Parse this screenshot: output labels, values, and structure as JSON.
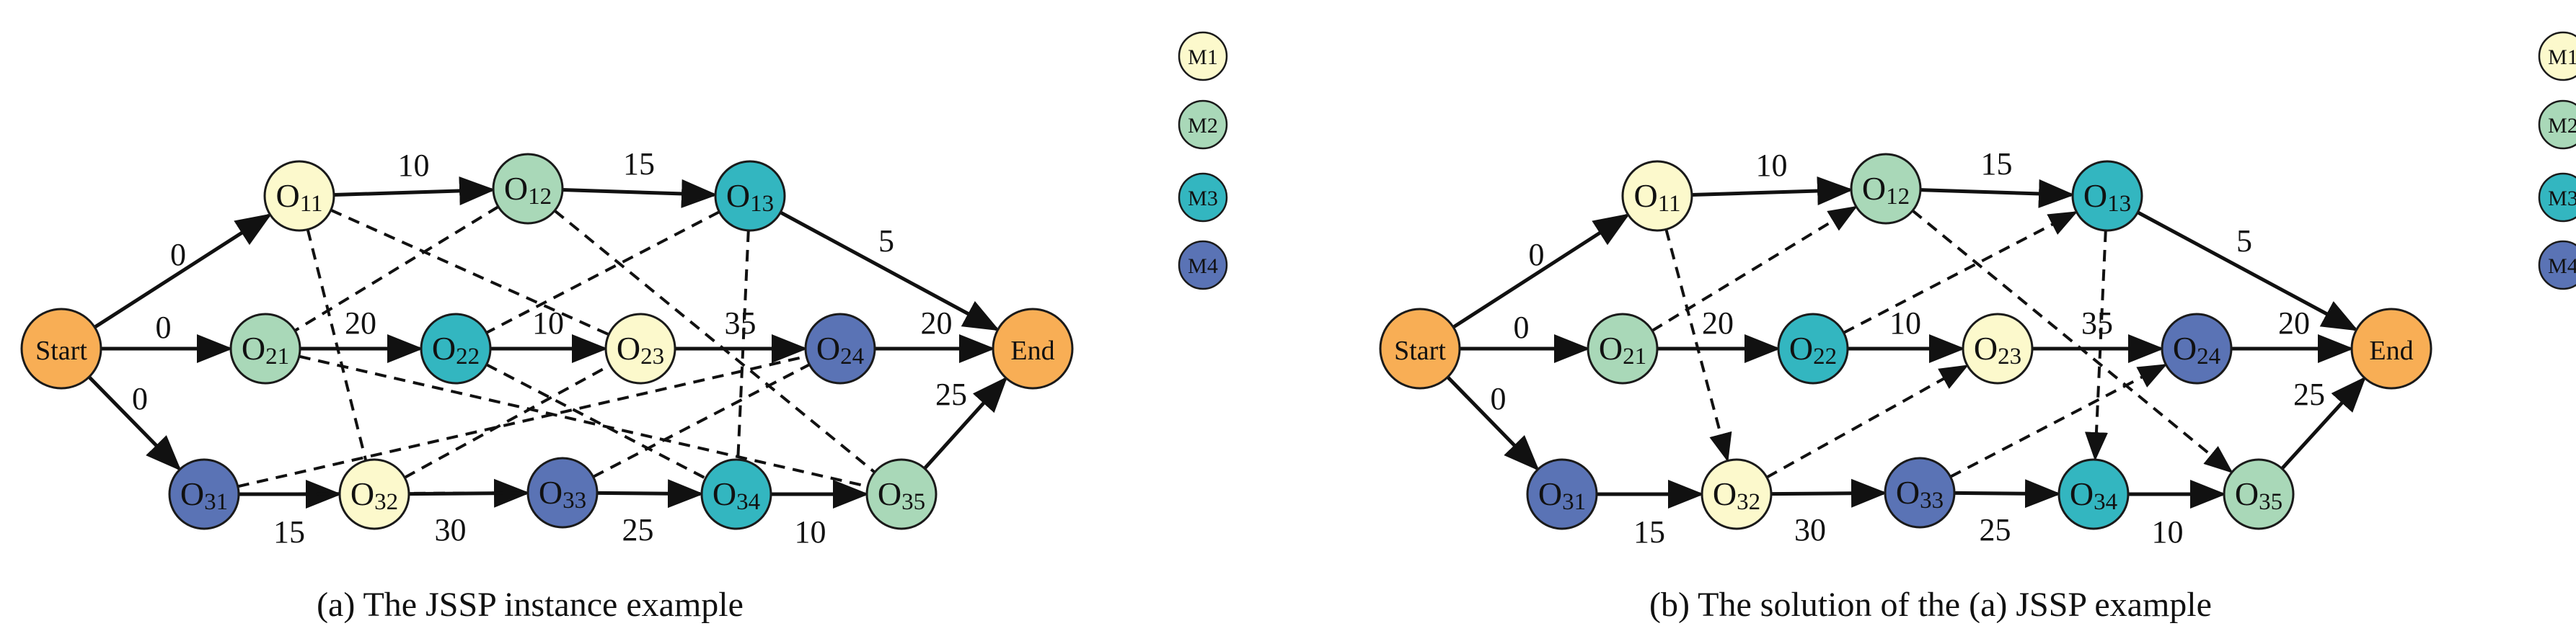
{
  "colors": {
    "terminal": "#F8AE55",
    "M1": "#FCF9CC",
    "M2": "#A9D8B8",
    "M3": "#33B6C0",
    "M4": "#5A73B5"
  },
  "legend": [
    {
      "key": "M1",
      "label": "M1"
    },
    {
      "key": "M2",
      "label": "M2"
    },
    {
      "key": "M3",
      "label": "M3"
    },
    {
      "key": "M4",
      "label": "M4"
    }
  ],
  "diagrams": [
    {
      "name": "instance",
      "caption": "(a) The JSSP instance example",
      "nodes": [
        {
          "id": "start",
          "label": "Start",
          "machine": "terminal"
        },
        {
          "id": "end",
          "label": "End",
          "machine": "terminal"
        },
        {
          "id": "O11",
          "label": "O",
          "sub": "11",
          "machine": "M1"
        },
        {
          "id": "O12",
          "label": "O",
          "sub": "12",
          "machine": "M2"
        },
        {
          "id": "O13",
          "label": "O",
          "sub": "13",
          "machine": "M3"
        },
        {
          "id": "O21",
          "label": "O",
          "sub": "21",
          "machine": "M2"
        },
        {
          "id": "O22",
          "label": "O",
          "sub": "22",
          "machine": "M3"
        },
        {
          "id": "O23",
          "label": "O",
          "sub": "23",
          "machine": "M1"
        },
        {
          "id": "O24",
          "label": "O",
          "sub": "24",
          "machine": "M4"
        },
        {
          "id": "O31",
          "label": "O",
          "sub": "31",
          "machine": "M4"
        },
        {
          "id": "O32",
          "label": "O",
          "sub": "32",
          "machine": "M1"
        },
        {
          "id": "O33",
          "label": "O",
          "sub": "33",
          "machine": "M4"
        },
        {
          "id": "O34",
          "label": "O",
          "sub": "34",
          "machine": "M3"
        },
        {
          "id": "O35",
          "label": "O",
          "sub": "35",
          "machine": "M2"
        }
      ],
      "edges": [
        {
          "from": "start",
          "to": "O11",
          "label": "0"
        },
        {
          "from": "start",
          "to": "O21",
          "label": "0"
        },
        {
          "from": "start",
          "to": "O31",
          "label": "0"
        },
        {
          "from": "O11",
          "to": "O12",
          "label": "10"
        },
        {
          "from": "O12",
          "to": "O13",
          "label": "15"
        },
        {
          "from": "O13",
          "to": "end",
          "label": "5"
        },
        {
          "from": "O21",
          "to": "O22",
          "label": "20"
        },
        {
          "from": "O22",
          "to": "O23",
          "label": "10"
        },
        {
          "from": "O23",
          "to": "O24",
          "label": "35"
        },
        {
          "from": "O24",
          "to": "end",
          "label": "20"
        },
        {
          "from": "O31",
          "to": "O32",
          "label": "15"
        },
        {
          "from": "O32",
          "to": "O33",
          "label": "30"
        },
        {
          "from": "O33",
          "to": "O34",
          "label": "25"
        },
        {
          "from": "O34",
          "to": "O35",
          "label": "10"
        },
        {
          "from": "O35",
          "to": "end",
          "label": "25"
        }
      ],
      "disjunctive": [
        [
          "O11",
          "O32"
        ],
        [
          "O11",
          "O23"
        ],
        [
          "O32",
          "O23"
        ],
        [
          "O12",
          "O21"
        ],
        [
          "O12",
          "O35"
        ],
        [
          "O21",
          "O35"
        ],
        [
          "O13",
          "O22"
        ],
        [
          "O13",
          "O34"
        ],
        [
          "O22",
          "O34"
        ],
        [
          "O31",
          "O24"
        ],
        [
          "O31",
          "O33"
        ],
        [
          "O33",
          "O24"
        ]
      ]
    },
    {
      "name": "solution",
      "caption": "(b) The solution of the (a) JSSP example",
      "nodes": [
        {
          "id": "start",
          "label": "Start",
          "machine": "terminal"
        },
        {
          "id": "end",
          "label": "End",
          "machine": "terminal"
        },
        {
          "id": "O11",
          "label": "O",
          "sub": "11",
          "machine": "M1"
        },
        {
          "id": "O12",
          "label": "O",
          "sub": "12",
          "machine": "M2"
        },
        {
          "id": "O13",
          "label": "O",
          "sub": "13",
          "machine": "M3"
        },
        {
          "id": "O21",
          "label": "O",
          "sub": "21",
          "machine": "M2"
        },
        {
          "id": "O22",
          "label": "O",
          "sub": "22",
          "machine": "M3"
        },
        {
          "id": "O23",
          "label": "O",
          "sub": "23",
          "machine": "M1"
        },
        {
          "id": "O24",
          "label": "O",
          "sub": "24",
          "machine": "M4"
        },
        {
          "id": "O31",
          "label": "O",
          "sub": "31",
          "machine": "M4"
        },
        {
          "id": "O32",
          "label": "O",
          "sub": "32",
          "machine": "M1"
        },
        {
          "id": "O33",
          "label": "O",
          "sub": "33",
          "machine": "M4"
        },
        {
          "id": "O34",
          "label": "O",
          "sub": "34",
          "machine": "M3"
        },
        {
          "id": "O35",
          "label": "O",
          "sub": "35",
          "machine": "M2"
        }
      ],
      "edges": [
        {
          "from": "start",
          "to": "O11",
          "label": "0"
        },
        {
          "from": "start",
          "to": "O21",
          "label": "0"
        },
        {
          "from": "start",
          "to": "O31",
          "label": "0"
        },
        {
          "from": "O11",
          "to": "O12",
          "label": "10"
        },
        {
          "from": "O12",
          "to": "O13",
          "label": "15"
        },
        {
          "from": "O13",
          "to": "end",
          "label": "5"
        },
        {
          "from": "O21",
          "to": "O22",
          "label": "20"
        },
        {
          "from": "O22",
          "to": "O23",
          "label": "10"
        },
        {
          "from": "O23",
          "to": "O24",
          "label": "35"
        },
        {
          "from": "O24",
          "to": "end",
          "label": "20"
        },
        {
          "from": "O31",
          "to": "O32",
          "label": "15"
        },
        {
          "from": "O32",
          "to": "O33",
          "label": "30"
        },
        {
          "from": "O33",
          "to": "O34",
          "label": "25"
        },
        {
          "from": "O34",
          "to": "O35",
          "label": "10"
        },
        {
          "from": "O35",
          "to": "end",
          "label": "25"
        }
      ],
      "disjunctive": [
        [
          "O11",
          "O32"
        ],
        [
          "O21",
          "O12"
        ],
        [
          "O22",
          "O13"
        ],
        [
          "O32",
          "O23"
        ],
        [
          "O12",
          "O35"
        ],
        [
          "O13",
          "O34"
        ],
        [
          "O33",
          "O24"
        ]
      ]
    }
  ]
}
